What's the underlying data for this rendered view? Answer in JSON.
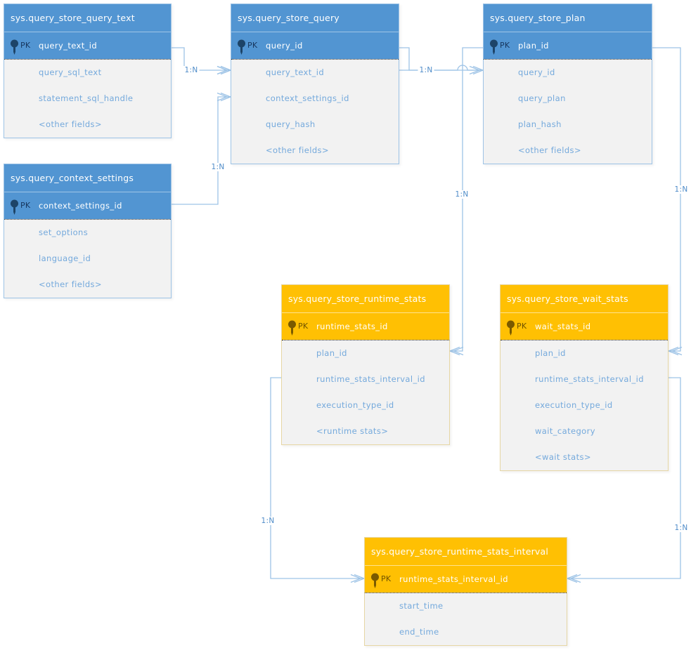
{
  "diagram": {
    "pk_label": "PK",
    "colors": {
      "blue_header": "#5295D2",
      "orange_header": "#FFC003",
      "body_background": "#F2F2F2",
      "connector_line": "#9DC3E6",
      "field_text": "#74A9DC",
      "relationship_label_text": "#4F8CC9"
    },
    "entities": [
      {
        "name": "sys.query_store_query_text",
        "theme": "blue",
        "pk": "query_text_id",
        "fields": [
          "query_sql_text",
          "statement_sql_handle",
          "<other fields>"
        ]
      },
      {
        "name": "sys.query_store_query",
        "theme": "blue",
        "pk": "query_id",
        "fields": [
          "query_text_id",
          "context_settings_id",
          "query_hash",
          "<other fields>"
        ]
      },
      {
        "name": "sys.query_store_plan",
        "theme": "blue",
        "pk": "plan_id",
        "fields": [
          "query_id",
          "query_plan",
          "plan_hash",
          "<other fields>"
        ]
      },
      {
        "name": "sys.query_context_settings",
        "theme": "blue",
        "pk": "context_settings_id",
        "fields": [
          "set_options",
          "language_id",
          "<other fields>"
        ]
      },
      {
        "name": "sys.query_store_runtime_stats",
        "theme": "orange",
        "pk": "runtime_stats_id",
        "fields": [
          "plan_id",
          "runtime_stats_interval_id",
          "execution_type_id",
          "<runtime stats>"
        ]
      },
      {
        "name": "sys.query_store_wait_stats",
        "theme": "orange",
        "pk": "wait_stats_id",
        "fields": [
          "plan_id",
          "runtime_stats_interval_id",
          "execution_type_id",
          "wait_category",
          "<wait stats>"
        ]
      },
      {
        "name": "sys.query_store_runtime_stats_interval",
        "theme": "orange",
        "pk": "runtime_stats_interval_id",
        "fields": [
          "start_time",
          "end_time"
        ]
      }
    ],
    "connectors": [
      {
        "label": "1:N",
        "from": "sys.query_store_query_text.query_text_id",
        "to": "sys.query_store_query.query_text_id"
      },
      {
        "label": "1:N",
        "from": "sys.query_context_settings.context_settings_id",
        "to": "sys.query_store_query.context_settings_id"
      },
      {
        "label": "1:N",
        "from": "sys.query_store_query.query_id",
        "to": "sys.query_store_plan.query_id"
      },
      {
        "label": "1:N",
        "from": "sys.query_store_plan.plan_id",
        "to": "sys.query_store_runtime_stats.plan_id"
      },
      {
        "label": "1:N",
        "from": "sys.query_store_plan.plan_id",
        "to": "sys.query_store_wait_stats.plan_id"
      },
      {
        "label": "1:N",
        "from": "sys.query_store_runtime_stats.runtime_stats_interval_id",
        "to": "sys.query_store_runtime_stats_interval.runtime_stats_interval_id"
      },
      {
        "label": "1:N",
        "from": "sys.query_store_wait_stats.runtime_stats_interval_id",
        "to": "sys.query_store_runtime_stats_interval.runtime_stats_interval_id"
      }
    ]
  }
}
